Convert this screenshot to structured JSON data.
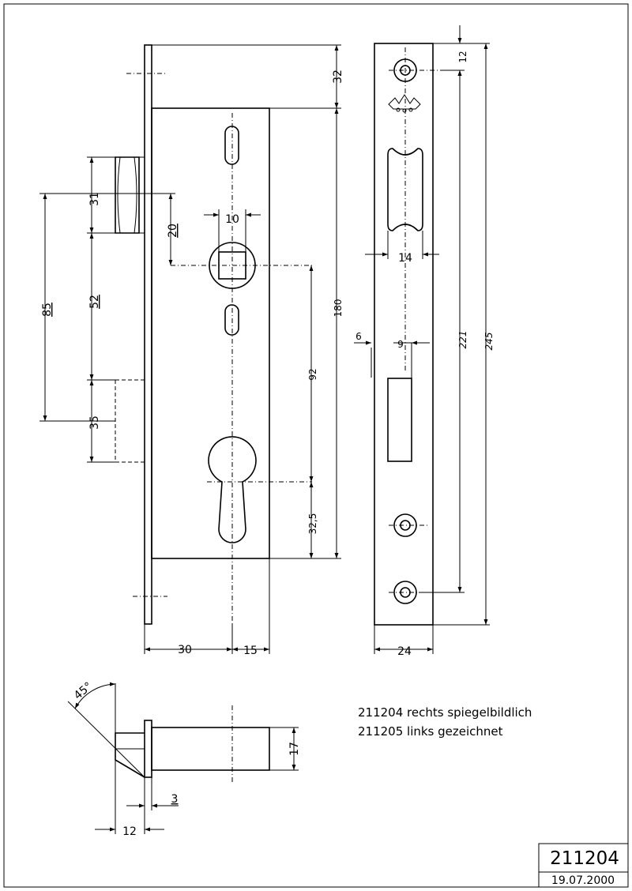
{
  "dimensions": {
    "d32": "32",
    "d12": "12",
    "d31": "31",
    "d20": "20",
    "d10": "10",
    "d14": "14",
    "d85": "85",
    "d52": "52",
    "d180": "180",
    "d221": "221",
    "d245": "245",
    "d6": "6",
    "d9": "9",
    "d92": "92",
    "d35": "35",
    "d32_5": "32,5",
    "d30": "30",
    "d15": "15",
    "d24": "24",
    "d45": "45°",
    "d17": "17",
    "d3": "3",
    "d12b": "12"
  },
  "notes": {
    "line1": "211204 rechts spiegelbildlich",
    "line2": "211205 links gezeichnet"
  },
  "title_block": {
    "number": "211204",
    "date": "19.07.2000"
  },
  "icons": [
    "crown-logo-icon"
  ]
}
